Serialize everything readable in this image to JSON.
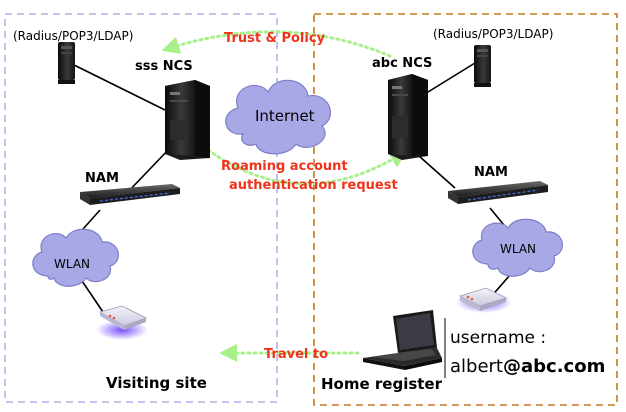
{
  "colors": {
    "left_box": "#b3b0e8",
    "right_box": "#c07a1e",
    "arrow": "#a8f08a",
    "red_text": "#f0341c",
    "cloud": "#a9a8e6"
  },
  "left": {
    "server_protocols": "(Radius/POP3/LDAP)",
    "ncs_label": "sss NCS",
    "nam_label": "NAM",
    "wlan_label": "WLAN",
    "site_label": "Visiting site"
  },
  "right": {
    "server_protocols": "(Radius/POP3/LDAP)",
    "ncs_label": "abc NCS",
    "nam_label": "NAM",
    "wlan_label": "WLAN",
    "site_label": "Home register",
    "username_label": "username :",
    "username_user": "albert",
    "username_domain": "@abc.com"
  },
  "center": {
    "internet_label": "Internet",
    "trust_label": "Trust & Policy",
    "roaming_line1": "Roaming account",
    "roaming_line2": "authentication request",
    "travel_label": "Travel to"
  },
  "icons": [
    "server-icon",
    "ncs-tower-icon",
    "nam-switch-icon",
    "access-point-icon",
    "laptop-icon",
    "cloud-icon"
  ]
}
